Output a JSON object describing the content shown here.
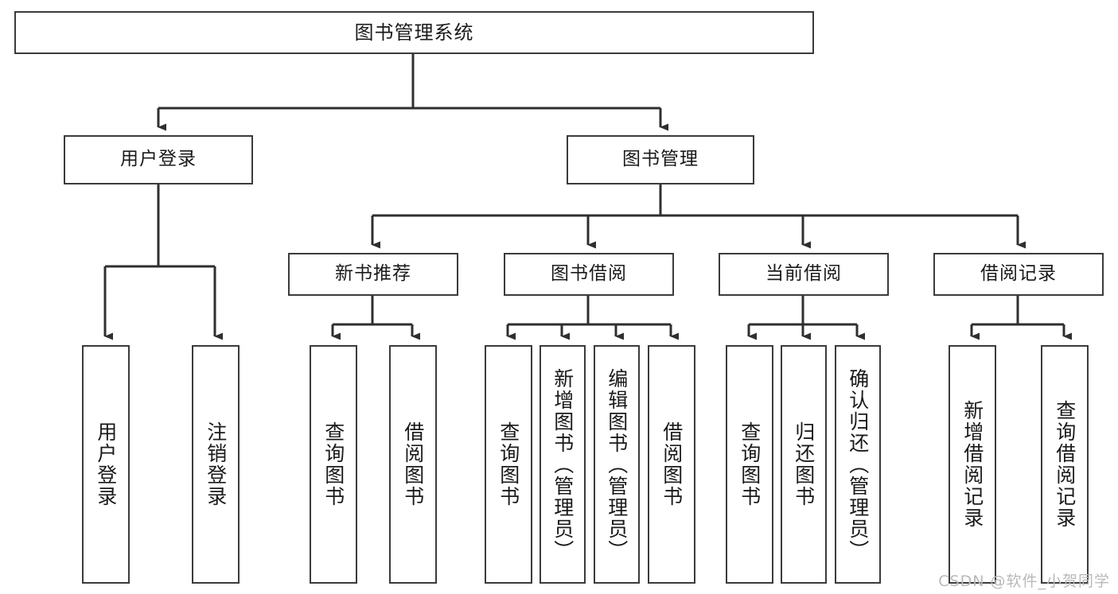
{
  "diagram": {
    "title": "图书管理系统",
    "type": "tree-hierarchy",
    "root": {
      "label": "图书管理系统"
    },
    "level2": [
      {
        "label": "用户登录"
      },
      {
        "label": "图书管理"
      }
    ],
    "level3": [
      {
        "label": "新书推荐"
      },
      {
        "label": "图书借阅"
      },
      {
        "label": "当前借阅"
      },
      {
        "label": "借阅记录"
      }
    ],
    "leaves": {
      "user_login": [
        {
          "label": "用户登录"
        },
        {
          "label": "注销登录"
        }
      ],
      "new_book_recommend": [
        {
          "label": "查询图书"
        },
        {
          "label": "借阅图书"
        }
      ],
      "book_borrow": [
        {
          "label": "查询图书"
        },
        {
          "label": "新增图书（管理员）"
        },
        {
          "label": "编辑图书（管理员）"
        },
        {
          "label": "借阅图书"
        }
      ],
      "current_borrow": [
        {
          "label": "查询图书"
        },
        {
          "label": "归还图书"
        },
        {
          "label": "确认归还（管理员）"
        }
      ],
      "borrow_record": [
        {
          "label": "新增借阅记录"
        },
        {
          "label": "查询借阅记录"
        }
      ]
    }
  },
  "watermark": {
    "text": "CSDN @软件_小贺同学"
  },
  "colors": {
    "stroke": "#3b3b3b",
    "node_fill": "#ffffff",
    "text": "#1a1a1a",
    "watermark": "#b9b9b9",
    "background": "#ffffff"
  }
}
